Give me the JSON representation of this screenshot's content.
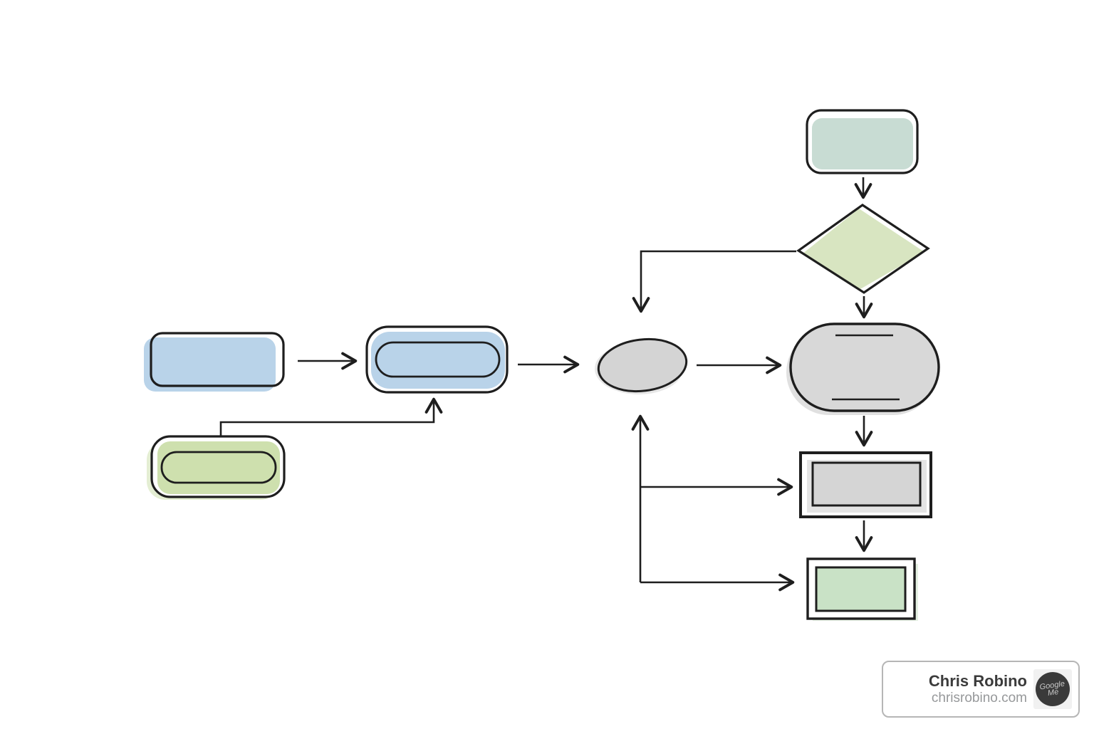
{
  "canvas": {
    "background": "#ffffff"
  },
  "colors": {
    "ink": "#1e1e1e",
    "node_blue": "#b9d3e9",
    "node_green": "#cee0ae",
    "diamond_green": "#d8e5c1",
    "teal": "#c8dcd3",
    "gray_fill": "#d8d8d8",
    "ellipse_gray": "#d4d4d4",
    "gray_inner": "#d5d5d5",
    "tint_gray": "#e4e4e4",
    "mint": "#c9e2c6",
    "shadow_gray": "#c2c2c2",
    "credit_border": "#b6b6b6",
    "credit_name": "#3b3b3b",
    "credit_site": "#96989a",
    "logo_bg": "#f1f1f1",
    "logo_circle": "#3a3a3a",
    "logo_text": "#c9c9c9"
  },
  "diagram": {
    "nodes": [
      {
        "id": "start-blue-left",
        "shape": "rounded-rectangle",
        "fill_key": "node_blue",
        "label": ""
      },
      {
        "id": "loop-green-pill",
        "shape": "nested-rounded-rectangle",
        "fill_key": "node_green",
        "label": ""
      },
      {
        "id": "process-blue-pill",
        "shape": "nested-rounded-rectangle",
        "fill_key": "node_blue",
        "label": ""
      },
      {
        "id": "connector-ellipse",
        "shape": "ellipse",
        "fill_key": "ellipse_gray",
        "label": ""
      },
      {
        "id": "start-teal-top",
        "shape": "rounded-rectangle",
        "fill_key": "teal",
        "label": ""
      },
      {
        "id": "decision-diamond",
        "shape": "diamond",
        "fill_key": "diamond_green",
        "label": ""
      },
      {
        "id": "stadium-gray",
        "shape": "stadium-with-top-bottom-lines",
        "fill_key": "gray_fill",
        "label": ""
      },
      {
        "id": "subroutine-gray",
        "shape": "double-border-rectangle",
        "fill_key": "gray_inner",
        "label": ""
      },
      {
        "id": "subroutine-green",
        "shape": "double-border-rectangle",
        "fill_key": "mint",
        "label": ""
      }
    ],
    "edges": [
      {
        "from": "start-blue-left",
        "to": "process-blue-pill",
        "direction": "right"
      },
      {
        "from": "loop-green-pill",
        "to": "process-blue-pill",
        "direction": "up-elbow"
      },
      {
        "from": "process-blue-pill",
        "to": "connector-ellipse",
        "direction": "right"
      },
      {
        "from": "connector-ellipse",
        "to": "stadium-gray",
        "direction": "right"
      },
      {
        "from": "start-teal-top",
        "to": "decision-diamond",
        "direction": "down"
      },
      {
        "from": "decision-diamond",
        "to": "stadium-gray",
        "direction": "down"
      },
      {
        "from": "decision-diamond",
        "to": "connector-ellipse",
        "direction": "left-down-elbow"
      },
      {
        "from": "stadium-gray",
        "to": "subroutine-gray",
        "direction": "down"
      },
      {
        "from": "subroutine-gray",
        "to": "subroutine-green",
        "direction": "down"
      },
      {
        "from": "feedback-line",
        "to": "connector-ellipse",
        "direction": "up"
      },
      {
        "from": "feedback-line",
        "to": "subroutine-gray",
        "direction": "right"
      },
      {
        "from": "feedback-line",
        "to": "subroutine-green",
        "direction": "right"
      }
    ]
  },
  "credit": {
    "name": "Chris Robino",
    "website": "chrisrobino.com",
    "logo_text_top": "Google",
    "logo_text_bottom": "Me"
  }
}
